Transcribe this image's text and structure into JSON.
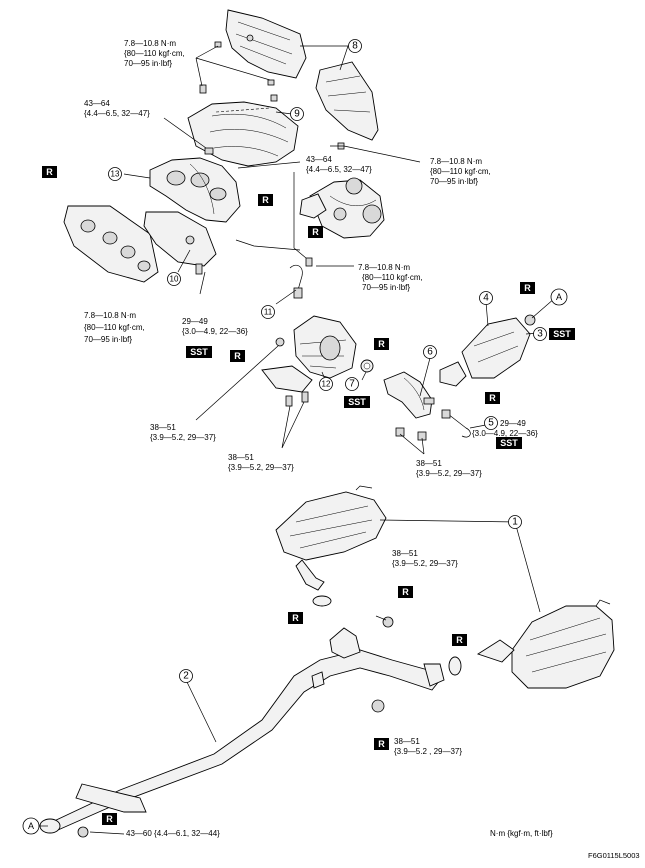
{
  "badges": {
    "r": "R",
    "sst": "SST"
  },
  "callouts": {
    "c1": "1",
    "c2": "2",
    "c3": "3",
    "c4": "4",
    "c5": "5",
    "c6": "6",
    "c7": "7",
    "c8": "8",
    "c9": "9",
    "c10": "10",
    "c11": "11",
    "c12": "12",
    "c13": "13",
    "a": "A"
  },
  "torque": {
    "heat_insulator_top": [
      "7.8—10.8 N·m",
      "{80—110 kgf·cm,",
      "70—95 in·lbf}"
    ],
    "manifold_left": [
      "43—64",
      "{4.4—6.5, 32—47}"
    ],
    "manifold_mid": [
      "43—64",
      "{4.4—6.5, 32—47}"
    ],
    "insulator_right": [
      "7.8—10.8 N·m",
      "{80—110 kgf·cm,",
      "70—95 in·lbf}"
    ],
    "turbo_bracket": [
      "7.8—10.8 N·m",
      "{80—110 kgf·cm,",
      "70—95 in·lbf}"
    ],
    "manifold_bottom": [
      "7.8—10.8 N·m",
      "{80—110 kgf·cm,",
      "70—95 in·lbf}"
    ],
    "sensor_left": [
      "29—49",
      "{3.0—4.9, 22—36}"
    ],
    "sensor_right": [
      "29—49",
      "{3.0—4.9, 22—36}"
    ],
    "bracket_left": [
      "38—51",
      "{3.9—5.2, 29—37}"
    ],
    "bracket_mid": [
      "38—51",
      "{3.9—5.2, 29—37}"
    ],
    "presilencer_flange": [
      "38—51",
      "{3.9—5.2, 29—37}"
    ],
    "muffler_joint": [
      "38—51",
      "{3.9—5.2, 29—37}"
    ],
    "center_joint": [
      "38—51",
      "{3.9—5.2 , 29—37}"
    ],
    "front_joint": "43—60 {4.4—6.1, 32—44}"
  },
  "units_note": "N·m {kgf·m, ft·lbf}",
  "figure_code": "F6G0115L5003"
}
